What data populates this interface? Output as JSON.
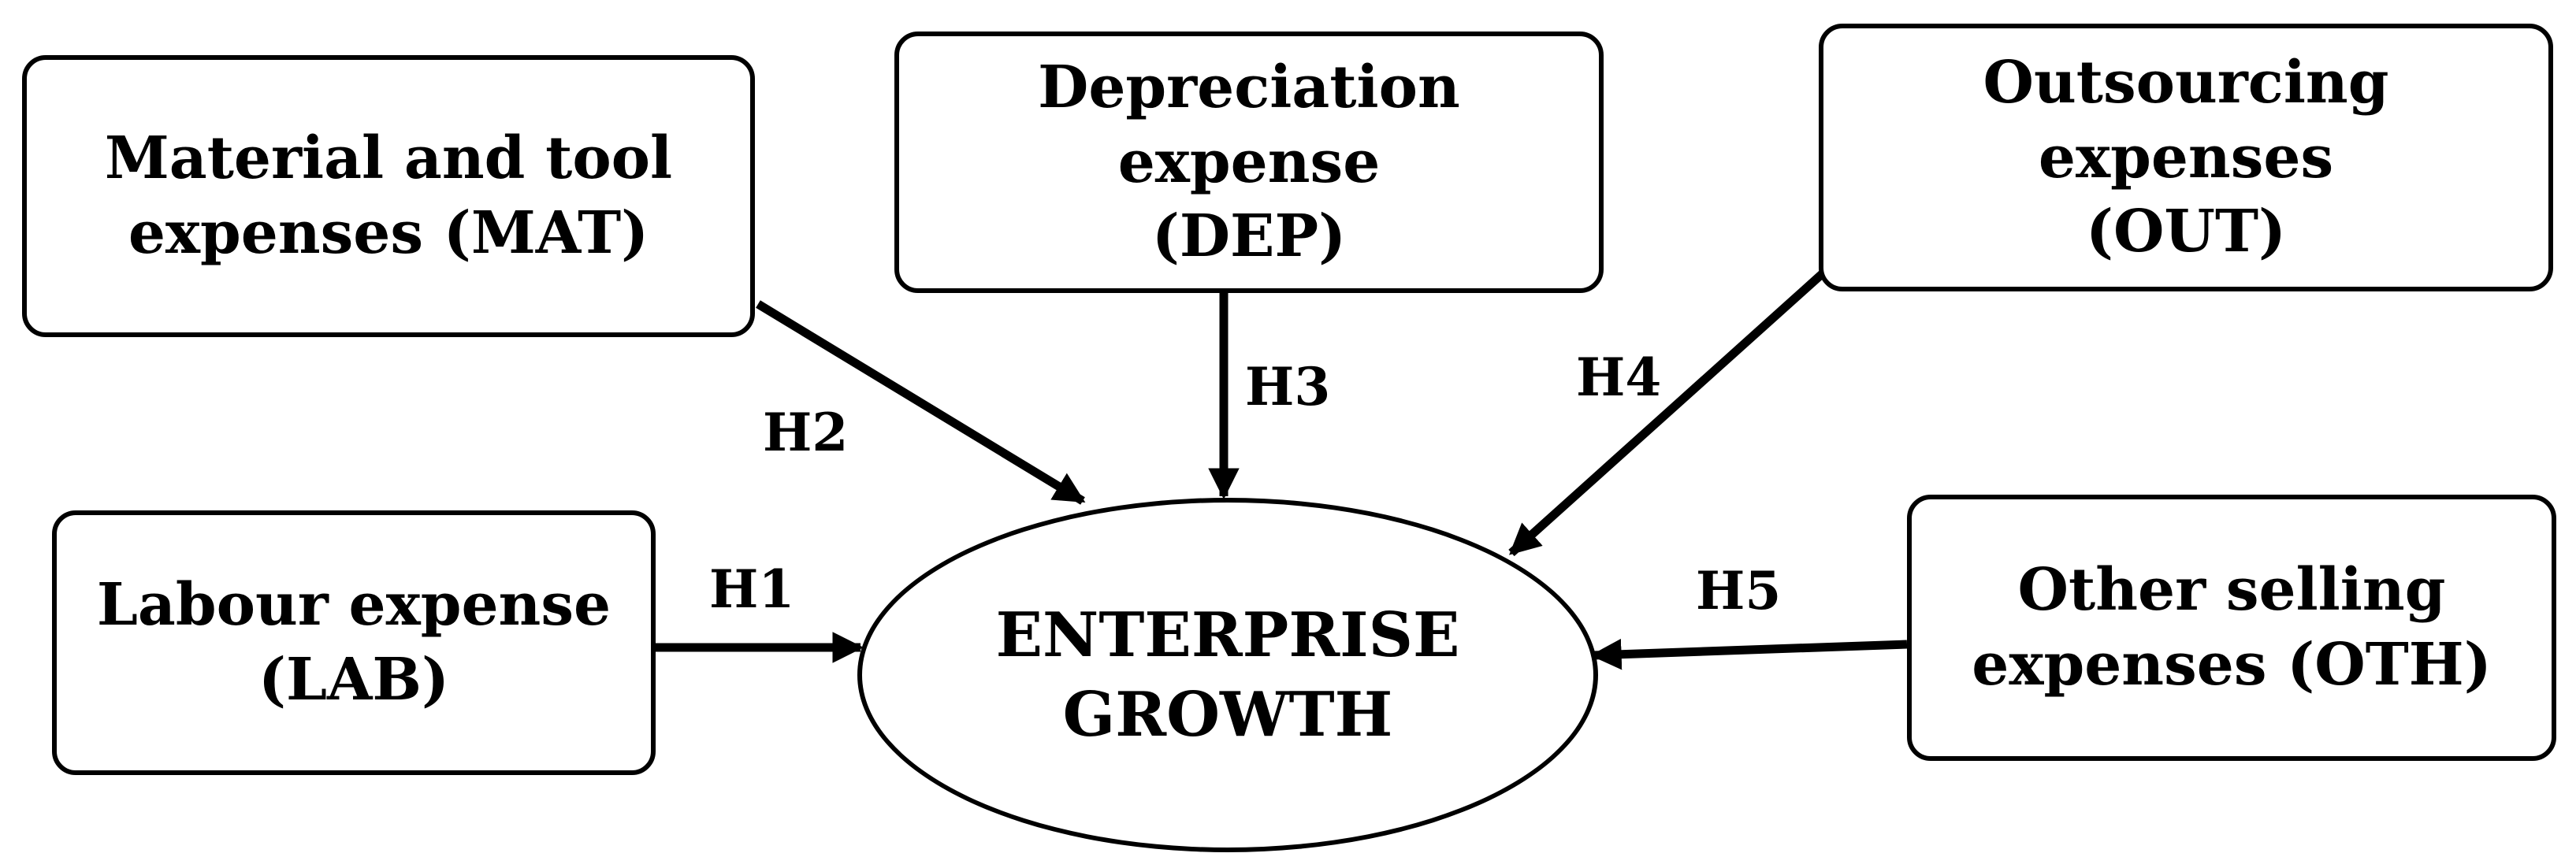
{
  "center": {
    "line1": "ENTERPRISE",
    "line2": "GROWTH"
  },
  "factors": {
    "mat": {
      "line1": "Material and tool",
      "line2": "expenses (MAT)"
    },
    "dep": {
      "line1": "Depreciation expense",
      "line2": "(DEP)"
    },
    "out": {
      "line1": "Outsourcing expenses",
      "line2": "(OUT)"
    },
    "lab": {
      "line1": "Labour expense",
      "line2": "(LAB)"
    },
    "oth": {
      "line1": "Other selling",
      "line2": "expenses (OTH)"
    }
  },
  "hypotheses": {
    "h1": "H1",
    "h2": "H2",
    "h3": "H3",
    "h4": "H4",
    "h5": "H5"
  }
}
